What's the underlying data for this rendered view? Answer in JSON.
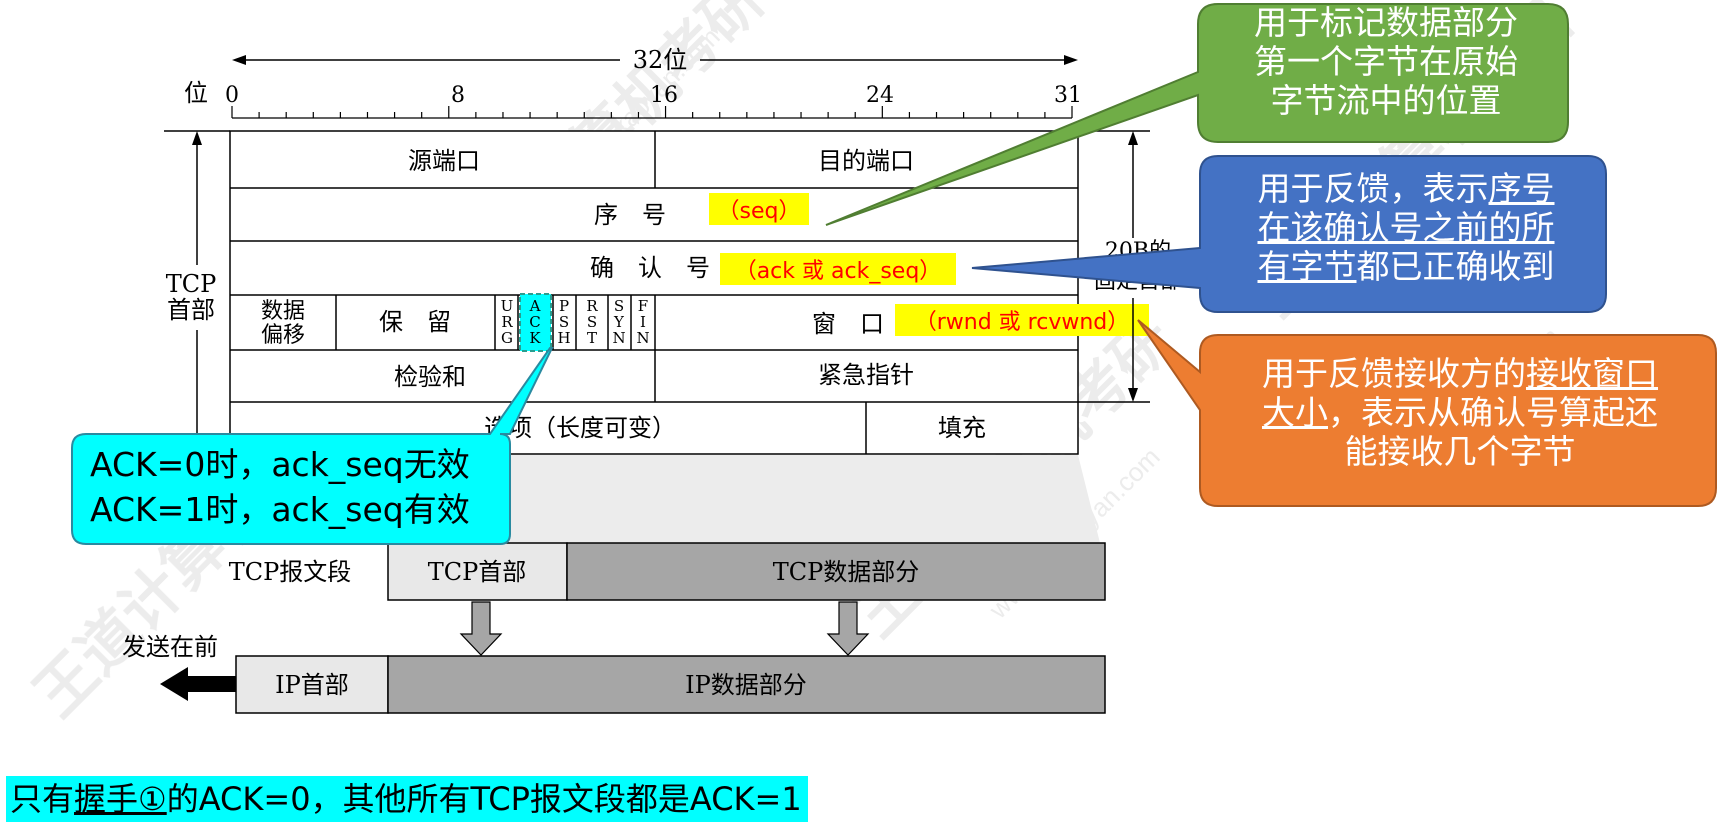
{
  "header": {
    "width_label": "32位",
    "bit_label": "位",
    "bit_ticks": [
      "0",
      "8",
      "16",
      "24",
      "31"
    ]
  },
  "fields": {
    "src_port": "源端口",
    "dst_port": "目的端口",
    "seq": "序　号",
    "seq_tag": "（seq）",
    "ack_num": "确　认　号",
    "ack_tag": "（ack 或 ack_seq）",
    "data_offset_1": "数据",
    "data_offset_2": "偏移",
    "reserved": "保　留",
    "flags": [
      {
        "name": "URG",
        "chars": [
          "U",
          "R",
          "G"
        ]
      },
      {
        "name": "ACK",
        "chars": [
          "A",
          "C",
          "K"
        ]
      },
      {
        "name": "PSH",
        "chars": [
          "P",
          "S",
          "H"
        ]
      },
      {
        "name": "RST",
        "chars": [
          "R",
          "S",
          "T"
        ]
      },
      {
        "name": "SYN",
        "chars": [
          "S",
          "Y",
          "N"
        ]
      },
      {
        "name": "FIN",
        "chars": [
          "F",
          "I",
          "N"
        ]
      }
    ],
    "window": "窗　口",
    "window_tag": "（rwnd 或 rcvwnd）",
    "checksum": "检验和",
    "urgent": "紧急指针",
    "options": "选项（长度可变）",
    "padding": "填充"
  },
  "side_labels": {
    "tcp_header_1": "TCP",
    "tcp_header_2": "首部",
    "fixed_1": "20B的",
    "fixed_2": "固定首部"
  },
  "segment": {
    "label": "TCP报文段",
    "header": "TCP首部",
    "data": "TCP数据部分"
  },
  "ip": {
    "send_first": "发送在前",
    "header": "IP首部",
    "data": "IP数据部分"
  },
  "callouts": {
    "green": {
      "lines": [
        "用于标记数据部分",
        "第一个字节在原始",
        "字节流中的位置"
      ]
    },
    "blue": {
      "p1": "用于反馈，表示",
      "u1": "序号",
      "u2": "在该确认号之前的所",
      "u3": "有字节",
      "p2": "都已正确收到"
    },
    "orange": {
      "p1": "用于反馈接收方的",
      "u1": "接收窗口",
      "u2": "大小",
      "p2": "，表示从确认号算起还",
      "p3": "能接收几个字节"
    },
    "cyan": {
      "line1": "ACK=0时，ack_seq无效",
      "line2": "ACK=1时，ack_seq有效"
    }
  },
  "bottom_note": {
    "p1": "只有",
    "u1": "握手①",
    "p2": "的ACK=0，其他所有TCP报文段都是ACK=1"
  },
  "colors": {
    "green": "#70ad47",
    "blue": "#4472c4",
    "orange": "#ed7d31",
    "cyan": "#00ffff",
    "highlight": "#ffff00",
    "tag_text": "#ff0000",
    "box_gray": "#a6a6a6",
    "box_light": "#e8e8e8"
  },
  "watermark": {
    "brand": "王道计算机考研",
    "site": "www.cskaoyan.com"
  }
}
